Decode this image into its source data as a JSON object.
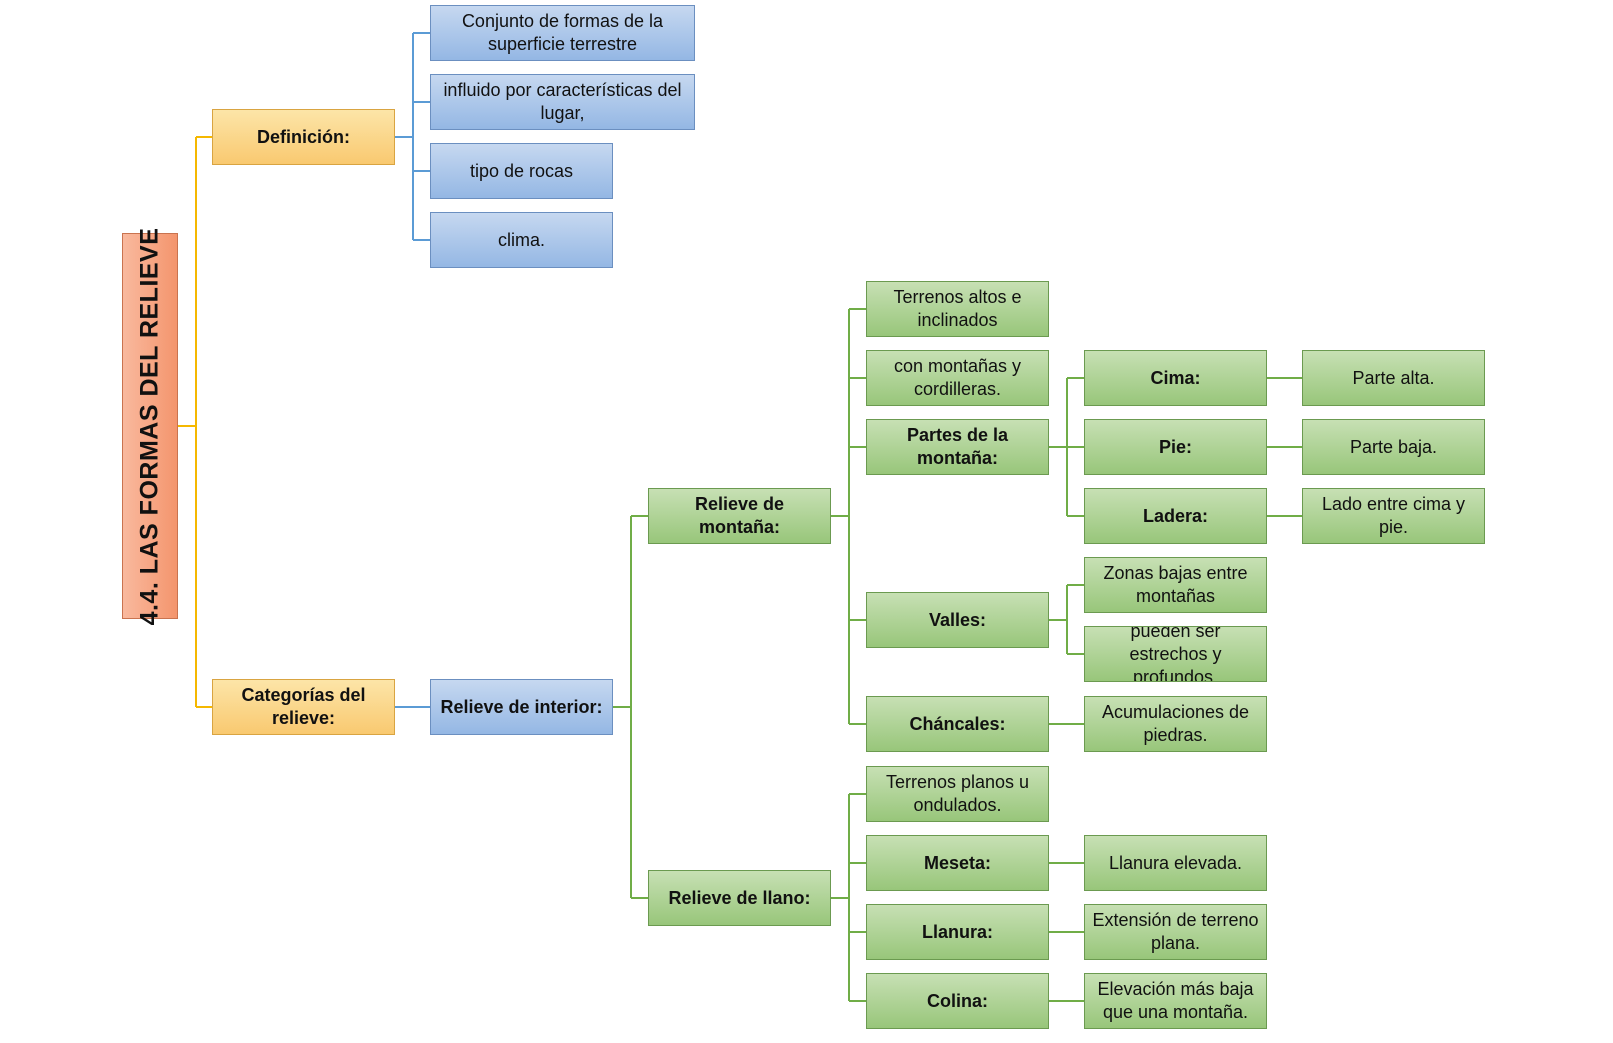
{
  "title": "4.4. LAS FORMAS DEL RELIEVE",
  "colors": {
    "orange_line": "#f5b800",
    "blue_line": "#5b9bd5",
    "green_line": "#70ad47"
  },
  "nodes": {
    "definicion": "Definición:",
    "def1": "Conjunto de formas de la superficie terrestre",
    "def2": "influido por características del lugar,",
    "def3": "tipo de rocas",
    "def4": "clima.",
    "categorias": "Categorías del relieve:",
    "interior": "Relieve de interior:",
    "montana": "Relieve de montaña:",
    "m1": "Terrenos altos e inclinados",
    "m2": "con montañas y cordilleras.",
    "partes": "Partes de la montaña:",
    "cima": "Cima:",
    "cima_d": "Parte alta.",
    "pie": "Pie:",
    "pie_d": "Parte baja.",
    "ladera": "Ladera:",
    "ladera_d": "Lado entre cima y pie.",
    "valles": "Valles:",
    "valles1": "Zonas bajas entre montañas",
    "valles2": "pueden ser estrechos y profundos.",
    "chancales": "Cháncales:",
    "chancales_d": "Acumulaciones de piedras.",
    "llano": "Relieve de llano:",
    "l1": "Terrenos planos u ondulados.",
    "meseta": "Meseta:",
    "meseta_d": "Llanura elevada.",
    "llanura": "Llanura:",
    "llanura_d": "Extensión de terreno plana.",
    "colina": "Colina:",
    "colina_d": "Elevación más baja que una montaña."
  }
}
